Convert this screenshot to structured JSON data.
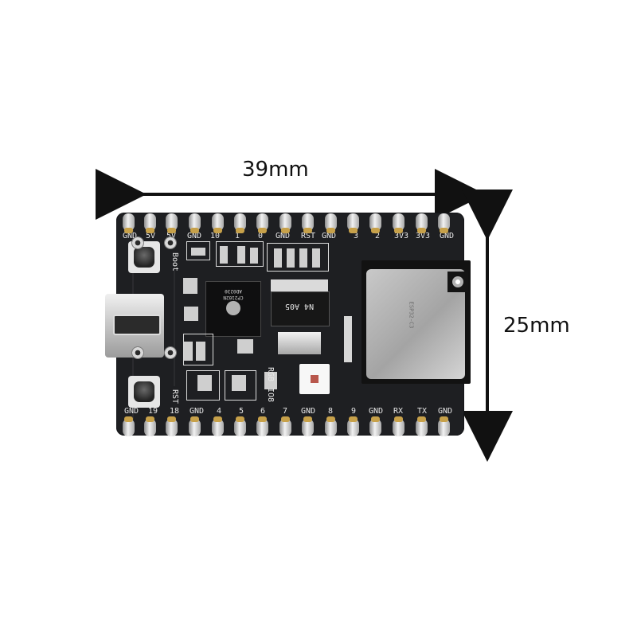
{
  "dimensions": {
    "width_label": "39mm",
    "height_label": "25mm"
  },
  "board": {
    "top_pin_labels": [
      "GND",
      "5V",
      "5V",
      "GND",
      "10",
      "1",
      "0",
      "GND",
      "RST",
      "GND",
      "3",
      "2",
      "3V3",
      "3V3",
      "GND"
    ],
    "bottom_pin_labels": [
      "GND",
      "19",
      "18",
      "GND",
      "4",
      "5",
      "6",
      "7",
      "GND",
      "8",
      "9",
      "GND",
      "RX",
      "TX",
      "GND"
    ],
    "side_labels": {
      "boot": "Boot",
      "reset": "RST",
      "rgb": "RGB",
      "io8": "IO8"
    },
    "chip_label": "CP2102N",
    "chip_code": "AD0230",
    "regulator_label": "N4 A05",
    "module_label": "ESP32-C3"
  },
  "colors": {
    "board": "#1e1f22",
    "silkscreen": "#e8e8e8",
    "arrow": "#111111",
    "pin_metal": "#d6d6d6",
    "header_gold": "#c7a14a",
    "background": "#ffffff"
  }
}
